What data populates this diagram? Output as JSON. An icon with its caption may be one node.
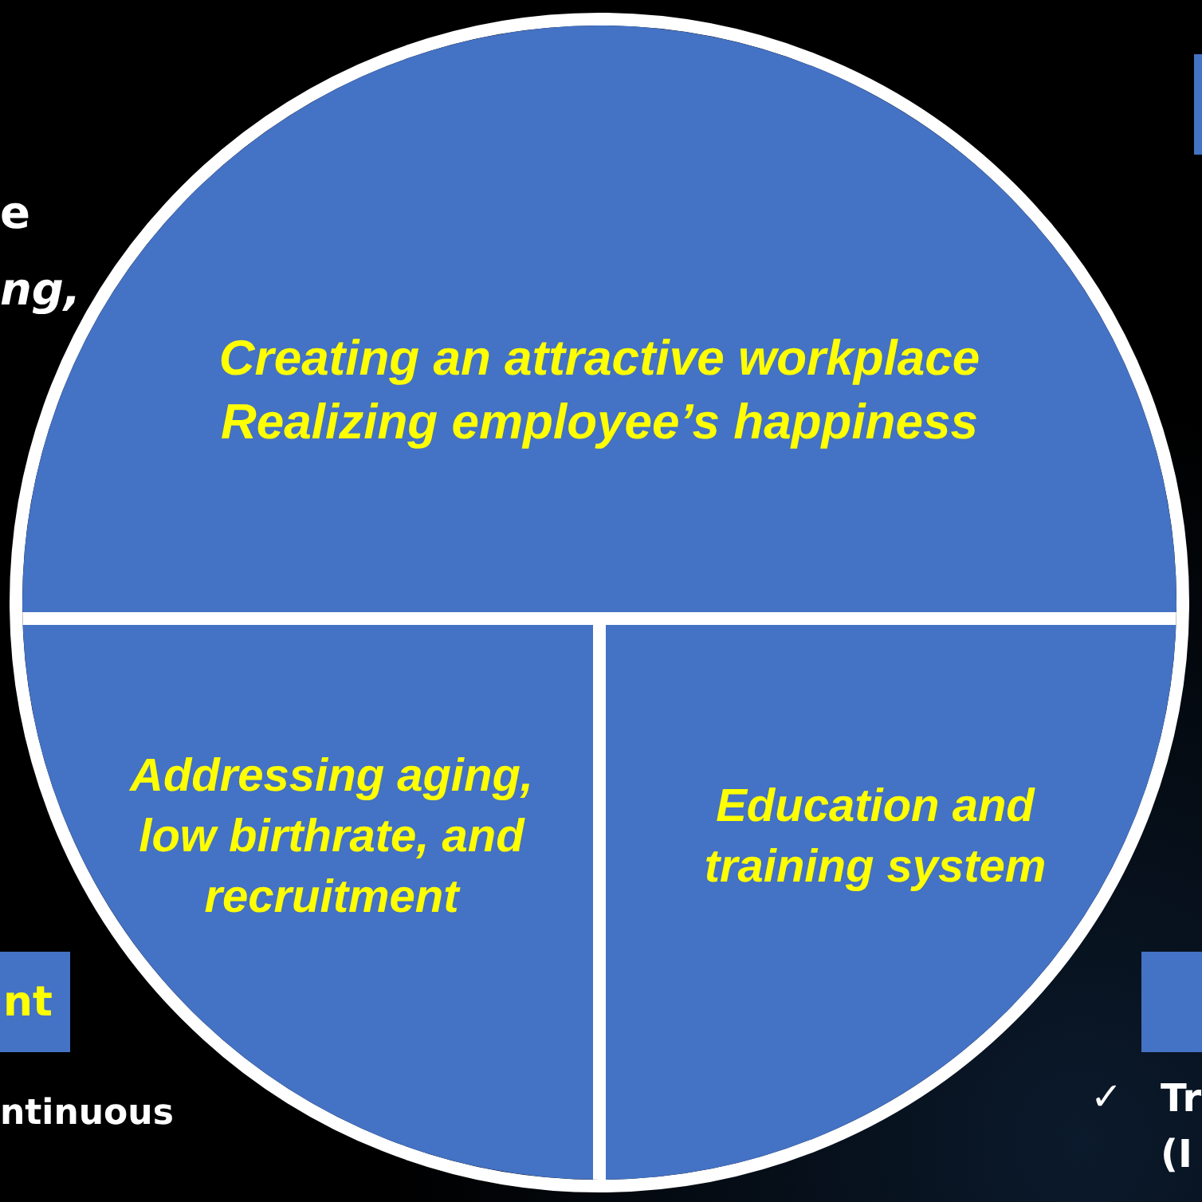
{
  "diagram": {
    "nodes": [
      {
        "text": [],
        "shape": "circle"
      },
      {
        "text": [
          "Creating an attractive workplace Realizing employee’s happiness"
        ],
        "in": 0
      },
      {
        "text": [
          "Addressing aging, low birthrate, and recruitment"
        ],
        "in": 0
      },
      {
        "text": [
          "Education and training system"
        ],
        "in": 0
      },
      {
        "text": [],
        "shape": "box"
      },
      {
        "text": [
          "nt"
        ]
      },
      {
        "text": [],
        "shape": "box"
      }
    ],
    "labels": [
      "e",
      "ng,",
      "ntinuous",
      "✓",
      "Tr",
      "(I"
    ]
  }
}
